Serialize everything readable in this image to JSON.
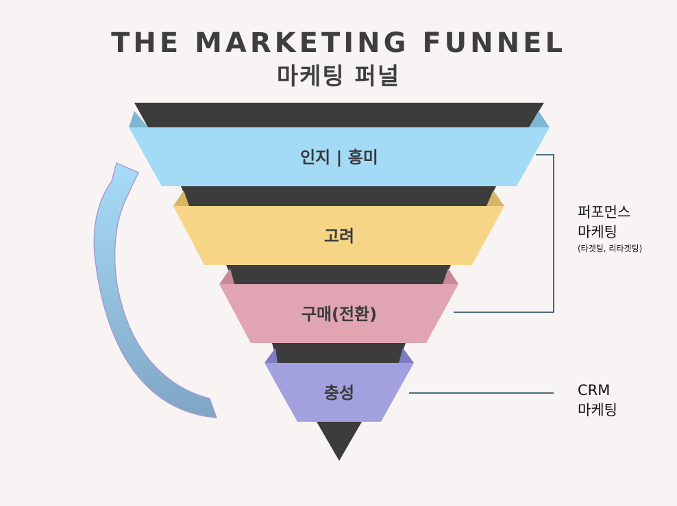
{
  "title": {
    "english": "THE MARKETING FUNNEL",
    "korean": "마케팅 퍼널"
  },
  "stages": [
    {
      "label": "인지 | 흥미",
      "color": "#a3daf6"
    },
    {
      "label": "고려",
      "color": "#f6d686"
    },
    {
      "label": "구매(전환)",
      "color": "#e0a4b3"
    },
    {
      "label": "충성",
      "color": "#a3a0e0"
    }
  ],
  "annotations": {
    "paid": {
      "line1": "퍼포먼스",
      "line2": "마케팅",
      "note": "(타겟팅, 리타겟팅)"
    },
    "crm": {
      "line1": "CRM",
      "line2": "마케팅"
    }
  },
  "colors": {
    "dark_band": "#3c3c3c",
    "bracket": "#2f5a6e",
    "arrow": "#8ab8d8"
  }
}
